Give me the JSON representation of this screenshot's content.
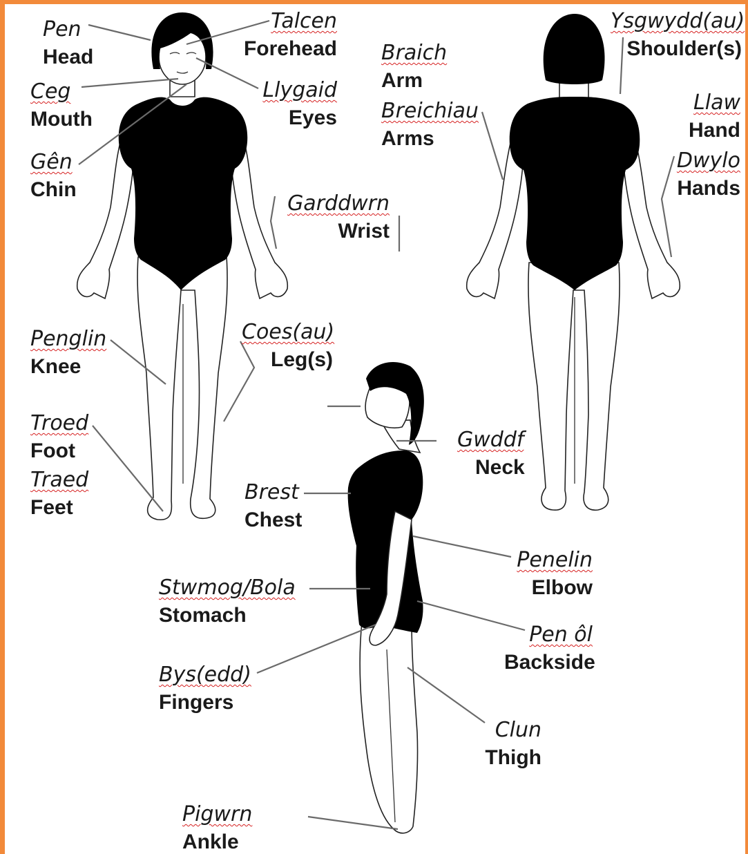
{
  "colors": {
    "frame": "#f28a3a",
    "suit": "#000000",
    "spellcheck": "#d62020"
  },
  "labels": {
    "head": {
      "cy": "Pen",
      "en": "Head"
    },
    "forehead": {
      "cy": "Talcen",
      "en": "Forehead"
    },
    "mouth": {
      "cy": "Ceg",
      "en": "Mouth"
    },
    "eyes": {
      "cy": "Llygaid",
      "en": "Eyes"
    },
    "chin": {
      "cy": "Gên",
      "en": "Chin"
    },
    "wrist": {
      "cy": "Garddwrn",
      "en": "Wrist"
    },
    "knee": {
      "cy": "Penglin",
      "en": "Knee"
    },
    "legs": {
      "cy": "Coes(au)",
      "en": "Leg(s)"
    },
    "foot": {
      "cy": "Troed",
      "en": "Foot"
    },
    "feet": {
      "cy": "Traed",
      "en": "Feet"
    },
    "arm": {
      "cy": "Braich",
      "en": "Arm"
    },
    "arms": {
      "cy": "Breichiau",
      "en": "Arms"
    },
    "shoulders": {
      "cy": "Ysgwydd(au)",
      "en": "Shoulder(s)"
    },
    "hand": {
      "cy": "Llaw",
      "en": "Hand"
    },
    "hands": {
      "cy": "Dwylo",
      "en": "Hands"
    },
    "neck": {
      "cy": "Gwddf",
      "en": "Neck"
    },
    "chest": {
      "cy": "Brest",
      "en": "Chest"
    },
    "elbow": {
      "cy": "Penelin",
      "en": "Elbow"
    },
    "stomach": {
      "cy": "Stwmog/Bola",
      "en": "Stomach"
    },
    "backside": {
      "cy": "Pen ôl",
      "en": "Backside"
    },
    "fingers": {
      "cy": "Bys(edd)",
      "en": "Fingers"
    },
    "thigh": {
      "cy": "Clun",
      "en": "Thigh"
    },
    "ankle": {
      "cy": "Pigwrn",
      "en": "Ankle"
    }
  }
}
